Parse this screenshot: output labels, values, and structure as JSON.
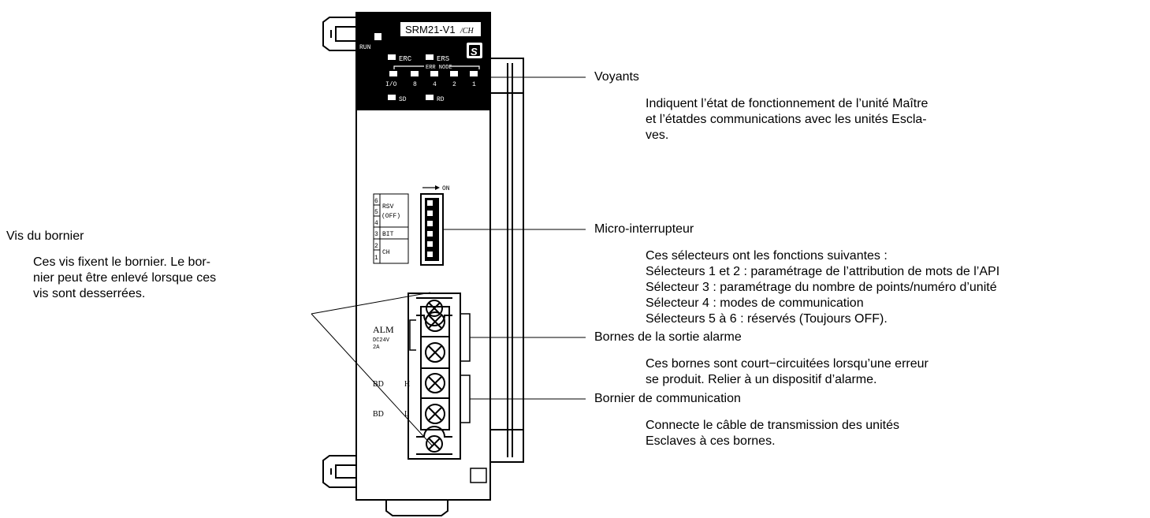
{
  "device": {
    "model": "SRM21-V1",
    "model_suffix": "/CH",
    "logo_letter": "S",
    "leds": {
      "run": "RUN",
      "erc": "ERC",
      "ers": "ERS",
      "err_node": "ERR NODE",
      "io": "I/O",
      "n8": "8",
      "n4": "4",
      "n2": "2",
      "n1": "1",
      "sd": "SD",
      "rd": "RD"
    },
    "dip": {
      "on_label": "ON",
      "n6": "6",
      "n5": "5",
      "n4": "4",
      "n3": "3",
      "n2": "2",
      "n1": "1",
      "rsv": "RSV",
      "off": "(OFF)",
      "bit": "BIT",
      "ch": "CH"
    },
    "terminal": {
      "alm": "ALM",
      "dc24v": "DC24V",
      "amp": "2A",
      "bdh_bd": "BD",
      "bdh_h": "H",
      "bdl_bd": "BD",
      "bdl_l": "L"
    }
  },
  "callouts": {
    "voyants": {
      "title": "Voyants",
      "lines": [
        "Indiquent l’état de fonctionnement de l’unité Maître",
        "et l’étatdes communications avec les unités Escla-",
        "ves."
      ]
    },
    "micro": {
      "title": "Micro-interrupteur",
      "lines": [
        "Ces sélecteurs ont les fonctions suivantes  :",
        "Sélecteurs 1 et 2 : paramétrage de l’attribution de mots de l’API",
        "Sélecteur 3 : paramétrage du nombre de points/numéro d’unité",
        "Sélecteur 4 : modes de communication",
        "Sélecteurs 5 à 6 : réservés (Toujours OFF)."
      ]
    },
    "alarme": {
      "title": "Bornes de la sortie alarme",
      "lines": [
        "Ces bornes sont court−circuitées lorsqu’une erreur",
        "se produit. Relier à un dispositif d’alarme."
      ]
    },
    "bornier_comm": {
      "title": "Bornier de communication",
      "lines": [
        "Connecte le câble de transmission des unités",
        "Esclaves à ces bornes."
      ]
    },
    "vis": {
      "title": "Vis du bornier",
      "lines": [
        "Ces vis fixent le bornier. Le bor-",
        "nier peut être enlevé lorsque ces",
        "vis sont desserrées."
      ]
    }
  }
}
